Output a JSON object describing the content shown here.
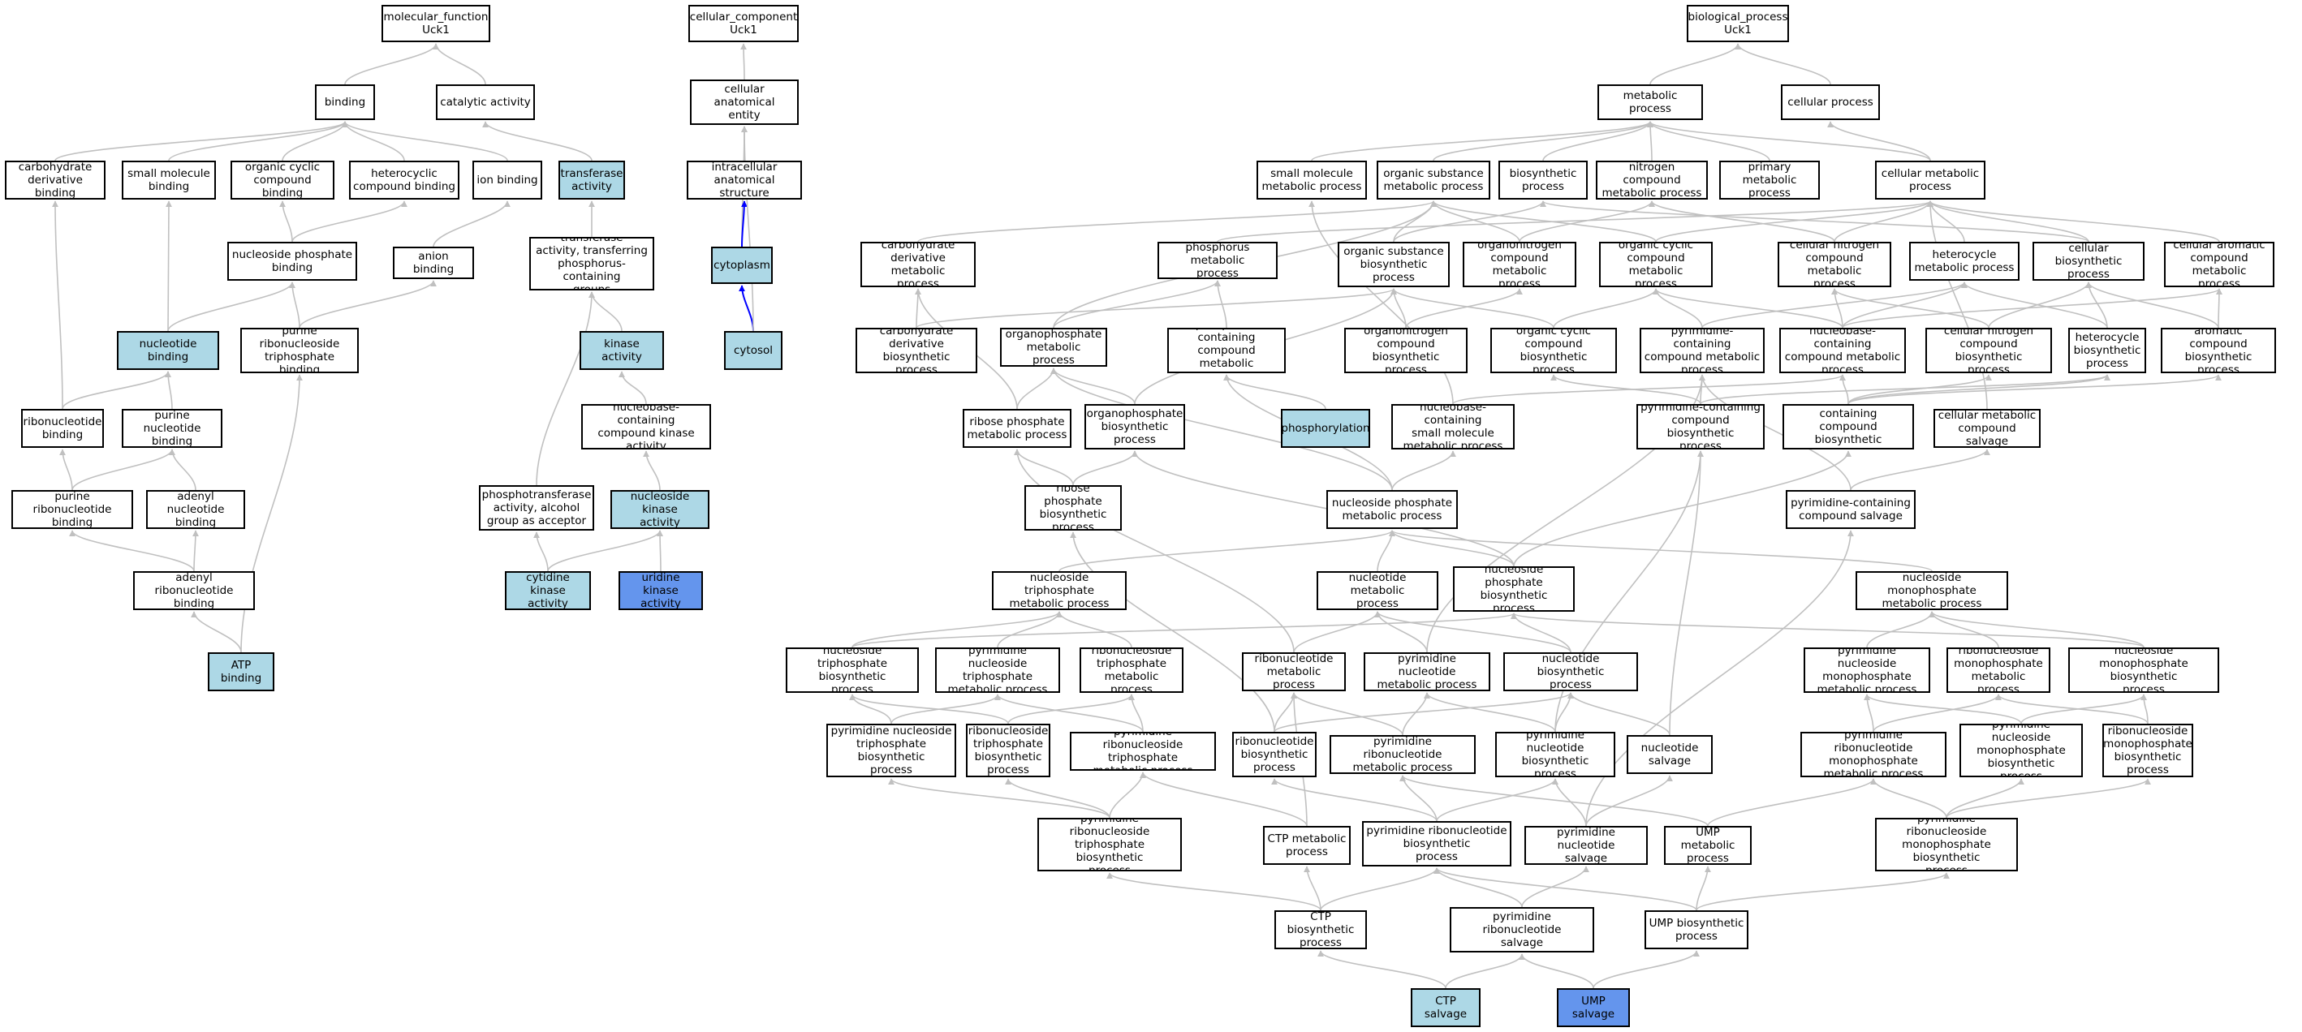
{
  "colors": {
    "white": "#ffffff",
    "light_blue": "#add8e6",
    "blue": "#6495ed",
    "edge_gray": "#c0c0c0",
    "edge_blue": "#0000ff",
    "border": "#000000"
  },
  "nodes": [
    {
      "id": "mf",
      "label": "molecular_function\nUck1",
      "fill": "white"
    },
    {
      "id": "cc",
      "label": "cellular_component\nUck1",
      "fill": "white"
    },
    {
      "id": "bp",
      "label": "biological_process\nUck1",
      "fill": "white"
    },
    {
      "id": "binding",
      "label": "binding",
      "fill": "white"
    },
    {
      "id": "catalytic",
      "label": "catalytic activity",
      "fill": "white"
    },
    {
      "id": "cae",
      "label": "cellular anatomical\nentity",
      "fill": "white"
    },
    {
      "id": "metabolic",
      "label": "metabolic process",
      "fill": "white"
    },
    {
      "id": "cellproc",
      "label": "cellular process",
      "fill": "white"
    },
    {
      "id": "carbbind",
      "label": "carbohydrate\nderivative binding",
      "fill": "white"
    },
    {
      "id": "smbind",
      "label": "small molecule\nbinding",
      "fill": "white"
    },
    {
      "id": "occbind",
      "label": "organic cyclic\ncompound binding",
      "fill": "white"
    },
    {
      "id": "hetbind",
      "label": "heterocyclic\ncompound binding",
      "fill": "white"
    },
    {
      "id": "ionbind",
      "label": "ion binding",
      "fill": "white"
    },
    {
      "id": "transferase",
      "label": "transferase\nactivity",
      "fill": "light_blue"
    },
    {
      "id": "ias",
      "label": "intracellular\nanatomical structure",
      "fill": "white"
    },
    {
      "id": "smmp",
      "label": "small molecule\nmetabolic process",
      "fill": "white"
    },
    {
      "id": "osmp",
      "label": "organic substance\nmetabolic process",
      "fill": "white"
    },
    {
      "id": "biosyn",
      "label": "biosynthetic\nprocess",
      "fill": "white"
    },
    {
      "id": "ncmp",
      "label": "nitrogen compound\nmetabolic process",
      "fill": "white"
    },
    {
      "id": "primmp",
      "label": "primary metabolic\nprocess",
      "fill": "white"
    },
    {
      "id": "cellmp",
      "label": "cellular metabolic\nprocess",
      "fill": "white"
    },
    {
      "id": "npbind",
      "label": "nucleoside phosphate\nbinding",
      "fill": "white"
    },
    {
      "id": "anionbind",
      "label": "anion binding",
      "fill": "white"
    },
    {
      "id": "tapcg",
      "label": "transferase\nactivity, transferring\nphosphorus-containing\ngroups",
      "fill": "white"
    },
    {
      "id": "cytoplasm",
      "label": "cytoplasm",
      "fill": "light_blue"
    },
    {
      "id": "cdmp",
      "label": "carbohydrate\nderivative metabolic\nprocess",
      "fill": "white"
    },
    {
      "id": "phosmp",
      "label": "phosphorus metabolic\nprocess",
      "fill": "white"
    },
    {
      "id": "osbp",
      "label": "organic substance\nbiosynthetic\nprocess",
      "fill": "white"
    },
    {
      "id": "orgnmp",
      "label": "organonitrogen\ncompound metabolic\nprocess",
      "fill": "white"
    },
    {
      "id": "occmp",
      "label": "organic cyclic\ncompound metabolic\nprocess",
      "fill": "white"
    },
    {
      "id": "cncmp",
      "label": "cellular nitrogen\ncompound metabolic\nprocess",
      "fill": "white"
    },
    {
      "id": "hetmp",
      "label": "heterocycle\nmetabolic process",
      "fill": "white"
    },
    {
      "id": "cbp",
      "label": "cellular biosynthetic\nprocess",
      "fill": "white"
    },
    {
      "id": "cacmp",
      "label": "cellular aromatic\ncompound metabolic\nprocess",
      "fill": "white"
    },
    {
      "id": "nucbind",
      "label": "nucleotide binding",
      "fill": "light_blue"
    },
    {
      "id": "prtbind",
      "label": "purine ribonucleoside\ntriphosphate\nbinding",
      "fill": "white"
    },
    {
      "id": "kinase",
      "label": "kinase activity",
      "fill": "light_blue"
    },
    {
      "id": "cytosol",
      "label": "cytosol",
      "fill": "light_blue"
    },
    {
      "id": "cdbp",
      "label": "carbohydrate\nderivative biosynthetic\nprocess",
      "fill": "white"
    },
    {
      "id": "opmp",
      "label": "organophosphate\nmetabolic process",
      "fill": "white"
    },
    {
      "id": "pccmp",
      "label": "phosphate-containing\ncompound metabolic\nprocess",
      "fill": "white"
    },
    {
      "id": "orgnbp",
      "label": "organonitrogen\ncompound biosynthetic\nprocess",
      "fill": "white"
    },
    {
      "id": "occbp",
      "label": "organic cyclic\ncompound biosynthetic\nprocess",
      "fill": "white"
    },
    {
      "id": "pycmp",
      "label": "pyrimidine-containing\ncompound metabolic\nprocess",
      "fill": "white"
    },
    {
      "id": "nbcmp",
      "label": "nucleobase-containing\ncompound metabolic\nprocess",
      "fill": "white"
    },
    {
      "id": "cncbp",
      "label": "cellular nitrogen\ncompound biosynthetic\nprocess",
      "fill": "white"
    },
    {
      "id": "hetbp",
      "label": "heterocycle\nbiosynthetic\nprocess",
      "fill": "white"
    },
    {
      "id": "acbp",
      "label": "aromatic compound\nbiosynthetic\nprocess",
      "fill": "white"
    },
    {
      "id": "ribbind",
      "label": "ribonucleotide\nbinding",
      "fill": "white"
    },
    {
      "id": "purnbind",
      "label": "purine nucleotide\nbinding",
      "fill": "white"
    },
    {
      "id": "nbcka",
      "label": "nucleobase-containing\ncompound kinase\nactivity",
      "fill": "white"
    },
    {
      "id": "rpmp",
      "label": "ribose phosphate\nmetabolic process",
      "fill": "white"
    },
    {
      "id": "opbp",
      "label": "organophosphate\nbiosynthetic\nprocess",
      "fill": "white"
    },
    {
      "id": "phosphorylation",
      "label": "phosphorylation",
      "fill": "light_blue"
    },
    {
      "id": "nbcsmmp",
      "label": "nucleobase-containing\nsmall molecule\nmetabolic process",
      "fill": "white"
    },
    {
      "id": "pycbp",
      "label": "pyrimidine-containing\ncompound biosynthetic\nprocess",
      "fill": "white"
    },
    {
      "id": "nbcbp",
      "label": "nucleobase-containing\ncompound biosynthetic\nprocess",
      "fill": "white"
    },
    {
      "id": "cmcs",
      "label": "cellular metabolic\ncompound salvage",
      "fill": "white"
    },
    {
      "id": "purrnbind",
      "label": "purine ribonucleotide\nbinding",
      "fill": "white"
    },
    {
      "id": "adenbind",
      "label": "adenyl nucleotide\nbinding",
      "fill": "white"
    },
    {
      "id": "ptaaa",
      "label": "phosphotransferase\nactivity, alcohol\ngroup as acceptor",
      "fill": "white"
    },
    {
      "id": "nka",
      "label": "nucleoside kinase\nactivity",
      "fill": "light_blue"
    },
    {
      "id": "rpbp",
      "label": "ribose phosphate\nbiosynthetic\nprocess",
      "fill": "white"
    },
    {
      "id": "npmp",
      "label": "nucleoside phosphate\nmetabolic process",
      "fill": "white"
    },
    {
      "id": "pycs",
      "label": "pyrimidine-containing\ncompound salvage",
      "fill": "white"
    },
    {
      "id": "adrbind",
      "label": "adenyl ribonucleotide\nbinding",
      "fill": "white"
    },
    {
      "id": "cytka",
      "label": "cytidine kinase\nactivity",
      "fill": "light_blue"
    },
    {
      "id": "urika",
      "label": "uridine kinase\nactivity",
      "fill": "blue"
    },
    {
      "id": "ntpmp",
      "label": "nucleoside triphosphate\nmetabolic process",
      "fill": "white"
    },
    {
      "id": "nucmp",
      "label": "nucleotide metabolic\nprocess",
      "fill": "white"
    },
    {
      "id": "npbp",
      "label": "nucleoside phosphate\nbiosynthetic\nprocess",
      "fill": "white"
    },
    {
      "id": "nmpmp",
      "label": "nucleoside monophosphate\nmetabolic process",
      "fill": "white"
    },
    {
      "id": "atpbind",
      "label": "ATP binding",
      "fill": "light_blue"
    },
    {
      "id": "ntpbp",
      "label": "nucleoside triphosphate\nbiosynthetic\nprocess",
      "fill": "white"
    },
    {
      "id": "pyntpmp",
      "label": "pyrimidine nucleoside\ntriphosphate\nmetabolic process",
      "fill": "white"
    },
    {
      "id": "rntpmp",
      "label": "ribonucleoside\ntriphosphate\nmetabolic process",
      "fill": "white"
    },
    {
      "id": "rnucmp",
      "label": "ribonucleotide\nmetabolic process",
      "fill": "white"
    },
    {
      "id": "pynucmp",
      "label": "pyrimidine nucleotide\nmetabolic process",
      "fill": "white"
    },
    {
      "id": "nucbp",
      "label": "nucleotide biosynthetic\nprocess",
      "fill": "white"
    },
    {
      "id": "pynmpmp",
      "label": "pyrimidine nucleoside\nmonophosphate\nmetabolic process",
      "fill": "white"
    },
    {
      "id": "rnmpmp",
      "label": "ribonucleoside\nmonophosphate\nmetabolic process",
      "fill": "white"
    },
    {
      "id": "nmpbp",
      "label": "nucleoside monophosphate\nbiosynthetic\nprocess",
      "fill": "white"
    },
    {
      "id": "pyntpbp",
      "label": "pyrimidine nucleoside\ntriphosphate\nbiosynthetic\nprocess",
      "fill": "white"
    },
    {
      "id": "rntpbp",
      "label": "ribonucleoside\ntriphosphate\nbiosynthetic\nprocess",
      "fill": "white"
    },
    {
      "id": "pyrntpmp",
      "label": "pyrimidine ribonucleoside\ntriphosphate\nmetabolic process",
      "fill": "white"
    },
    {
      "id": "rnucbp",
      "label": "ribonucleotide\nbiosynthetic\nprocess",
      "fill": "white"
    },
    {
      "id": "pyrnucmp",
      "label": "pyrimidine ribonucleotide\nmetabolic process",
      "fill": "white"
    },
    {
      "id": "pynucbp",
      "label": "pyrimidine nucleotide\nbiosynthetic\nprocess",
      "fill": "white"
    },
    {
      "id": "nucsalv",
      "label": "nucleotide salvage",
      "fill": "white"
    },
    {
      "id": "pyrnmpmp",
      "label": "pyrimidine ribonucleotide\nmonophosphate\nmetabolic process",
      "fill": "white"
    },
    {
      "id": "pynmpbp",
      "label": "pyrimidine nucleoside\nmonophosphate\nbiosynthetic\nprocess",
      "fill": "white"
    },
    {
      "id": "rnmpbp",
      "label": "ribonucleoside\nmonophosphate\nbiosynthetic\nprocess",
      "fill": "white"
    },
    {
      "id": "pyrntpbp",
      "label": "pyrimidine ribonucleoside\ntriphosphate\nbiosynthetic\nprocess",
      "fill": "white"
    },
    {
      "id": "ctpmp",
      "label": "CTP metabolic\nprocess",
      "fill": "white"
    },
    {
      "id": "pyrnucbp",
      "label": "pyrimidine ribonucleotide\nbiosynthetic\nprocess",
      "fill": "white"
    },
    {
      "id": "pynucsalv",
      "label": "pyrimidine nucleotide\nsalvage",
      "fill": "white"
    },
    {
      "id": "umpmp",
      "label": "UMP metabolic\nprocess",
      "fill": "white"
    },
    {
      "id": "pyrnmpbp",
      "label": "pyrimidine ribonucleoside\nmonophosphate\nbiosynthetic\nprocess",
      "fill": "white"
    },
    {
      "id": "ctpbp",
      "label": "CTP biosynthetic\nprocess",
      "fill": "white"
    },
    {
      "id": "pyrnucsalv",
      "label": "pyrimidine ribonucleotide\nsalvage",
      "fill": "white"
    },
    {
      "id": "umpbp",
      "label": "UMP biosynthetic\nprocess",
      "fill": "white"
    },
    {
      "id": "ctpsalv",
      "label": "CTP salvage",
      "fill": "light_blue"
    },
    {
      "id": "umpsalv",
      "label": "UMP salvage",
      "fill": "blue"
    }
  ],
  "edges": [
    [
      "binding",
      "mf"
    ],
    [
      "catalytic",
      "mf"
    ],
    [
      "cae",
      "cc"
    ],
    [
      "metabolic",
      "bp"
    ],
    [
      "cellproc",
      "bp"
    ],
    [
      "carbbind",
      "binding"
    ],
    [
      "smbind",
      "binding"
    ],
    [
      "occbind",
      "binding"
    ],
    [
      "hetbind",
      "binding"
    ],
    [
      "ionbind",
      "binding"
    ],
    [
      "transferase",
      "catalytic"
    ],
    [
      "ias",
      "cae"
    ],
    [
      "smmp",
      "metabolic"
    ],
    [
      "osmp",
      "metabolic"
    ],
    [
      "biosyn",
      "metabolic"
    ],
    [
      "ncmp",
      "metabolic"
    ],
    [
      "primmp",
      "metabolic"
    ],
    [
      "cellmp",
      "metabolic"
    ],
    [
      "cellmp",
      "cellproc"
    ],
    [
      "npbind",
      "occbind"
    ],
    [
      "npbind",
      "hetbind"
    ],
    [
      "anionbind",
      "ionbind"
    ],
    [
      "tapcg",
      "transferase"
    ],
    [
      "cytoplasm",
      "cae"
    ],
    [
      "cytoplasm",
      "ias",
      "blue"
    ],
    [
      "cdmp",
      "osmp"
    ],
    [
      "phosmp",
      "cellmp"
    ],
    [
      "osbp",
      "osmp"
    ],
    [
      "osbp",
      "biosyn"
    ],
    [
      "orgnmp",
      "osmp"
    ],
    [
      "orgnmp",
      "ncmp"
    ],
    [
      "occmp",
      "osmp"
    ],
    [
      "occmp",
      "cellmp"
    ],
    [
      "cncmp",
      "ncmp"
    ],
    [
      "cncmp",
      "cellmp"
    ],
    [
      "hetmp",
      "cellmp"
    ],
    [
      "cbp",
      "biosyn"
    ],
    [
      "cbp",
      "cellmp"
    ],
    [
      "cacmp",
      "cellmp"
    ],
    [
      "nucbind",
      "smbind"
    ],
    [
      "nucbind",
      "npbind"
    ],
    [
      "prtbind",
      "npbind"
    ],
    [
      "prtbind",
      "anionbind"
    ],
    [
      "kinase",
      "tapcg"
    ],
    [
      "cytosol",
      "cytoplasm",
      "blue"
    ],
    [
      "cytosol",
      "cae"
    ],
    [
      "cdbp",
      "cdmp"
    ],
    [
      "cdbp",
      "osbp"
    ],
    [
      "opmp",
      "osmp"
    ],
    [
      "opmp",
      "phosmp"
    ],
    [
      "pccmp",
      "phosmp"
    ],
    [
      "orgnbp",
      "orgnmp"
    ],
    [
      "orgnbp",
      "osbp"
    ],
    [
      "occbp",
      "occmp"
    ],
    [
      "occbp",
      "osbp"
    ],
    [
      "pycmp",
      "occmp"
    ],
    [
      "pycmp",
      "hetmp"
    ],
    [
      "nbcmp",
      "cncmp"
    ],
    [
      "nbcmp",
      "hetmp"
    ],
    [
      "nbcmp",
      "cacmp"
    ],
    [
      "nbcmp",
      "occmp"
    ],
    [
      "cncbp",
      "cncmp"
    ],
    [
      "cncbp",
      "cbp"
    ],
    [
      "hetbp",
      "hetmp"
    ],
    [
      "hetbp",
      "cbp"
    ],
    [
      "acbp",
      "cacmp"
    ],
    [
      "acbp",
      "cbp"
    ],
    [
      "ribbind",
      "nucbind"
    ],
    [
      "ribbind",
      "carbbind"
    ],
    [
      "purnbind",
      "nucbind"
    ],
    [
      "nbcka",
      "kinase"
    ],
    [
      "rpmp",
      "cdmp"
    ],
    [
      "rpmp",
      "opmp"
    ],
    [
      "opbp",
      "opmp"
    ],
    [
      "opbp",
      "osbp"
    ],
    [
      "phosphorylation",
      "pccmp"
    ],
    [
      "nbcsmmp",
      "smmp"
    ],
    [
      "nbcsmmp",
      "nbcmp"
    ],
    [
      "pycbp",
      "pycmp"
    ],
    [
      "pycbp",
      "occbp"
    ],
    [
      "pycbp",
      "hetbp"
    ],
    [
      "nbcbp",
      "nbcmp"
    ],
    [
      "nbcbp",
      "cncbp"
    ],
    [
      "nbcbp",
      "hetbp"
    ],
    [
      "nbcbp",
      "acbp"
    ],
    [
      "cmcs",
      "cellmp"
    ],
    [
      "purrnbind",
      "ribbind"
    ],
    [
      "purrnbind",
      "purnbind"
    ],
    [
      "adenbind",
      "purnbind"
    ],
    [
      "ptaaa",
      "tapcg"
    ],
    [
      "nka",
      "nbcka"
    ],
    [
      "rpbp",
      "rpmp"
    ],
    [
      "rpbp",
      "opbp"
    ],
    [
      "npmp",
      "pccmp"
    ],
    [
      "npmp",
      "opmp"
    ],
    [
      "npmp",
      "nbcsmmp"
    ],
    [
      "pycs",
      "cmcs"
    ],
    [
      "pycs",
      "pycmp"
    ],
    [
      "adrbind",
      "purrnbind"
    ],
    [
      "adrbind",
      "adenbind"
    ],
    [
      "cytka",
      "ptaaa"
    ],
    [
      "cytka",
      "nka"
    ],
    [
      "urika",
      "nka"
    ],
    [
      "ntpmp",
      "npmp"
    ],
    [
      "nucmp",
      "npmp"
    ],
    [
      "npbp",
      "npmp"
    ],
    [
      "npbp",
      "nbcbp"
    ],
    [
      "npbp",
      "opbp"
    ],
    [
      "nmpmp",
      "npmp"
    ],
    [
      "atpbind",
      "adrbind"
    ],
    [
      "atpbind",
      "prtbind"
    ],
    [
      "ntpbp",
      "ntpmp"
    ],
    [
      "ntpbp",
      "npbp"
    ],
    [
      "pyntpmp",
      "ntpmp"
    ],
    [
      "rntpmp",
      "ntpmp"
    ],
    [
      "rnucmp",
      "nucmp"
    ],
    [
      "rnucmp",
      "rpmp"
    ],
    [
      "pynucmp",
      "nucmp"
    ],
    [
      "pynucmp",
      "pycmp"
    ],
    [
      "nucbp",
      "nucmp"
    ],
    [
      "nucbp",
      "npbp"
    ],
    [
      "pynmpmp",
      "nmpmp"
    ],
    [
      "rnmpmp",
      "nmpmp"
    ],
    [
      "nmpbp",
      "nmpmp"
    ],
    [
      "nmpbp",
      "npbp"
    ],
    [
      "pyntpbp",
      "ntpbp"
    ],
    [
      "pyntpbp",
      "pyntpmp"
    ],
    [
      "rntpbp",
      "ntpbp"
    ],
    [
      "rntpbp",
      "rntpmp"
    ],
    [
      "pyrntpmp",
      "pyntpmp"
    ],
    [
      "pyrntpmp",
      "rntpmp"
    ],
    [
      "rnucbp",
      "rnucmp"
    ],
    [
      "rnucbp",
      "nucbp"
    ],
    [
      "rnucbp",
      "rpbp"
    ],
    [
      "pyrnucmp",
      "pynucmp"
    ],
    [
      "pyrnucmp",
      "rnucmp"
    ],
    [
      "pynucbp",
      "pynucmp"
    ],
    [
      "pynucbp",
      "nucbp"
    ],
    [
      "pynucbp",
      "pycbp"
    ],
    [
      "nucsalv",
      "nucbp"
    ],
    [
      "nucsalv",
      "pycbp"
    ],
    [
      "pyrnmpmp",
      "pynmpmp"
    ],
    [
      "pyrnmpmp",
      "rnmpmp"
    ],
    [
      "pynmpbp",
      "pynmpmp"
    ],
    [
      "pynmpbp",
      "nmpbp"
    ],
    [
      "rnmpbp",
      "rnmpmp"
    ],
    [
      "rnmpbp",
      "nmpbp"
    ],
    [
      "pyrntpbp",
      "pyntpbp"
    ],
    [
      "pyrntpbp",
      "rntpbp"
    ],
    [
      "pyrntpbp",
      "pyrntpmp"
    ],
    [
      "ctpmp",
      "pyrntpmp"
    ],
    [
      "ctpmp",
      "rnucmp"
    ],
    [
      "pyrnucbp",
      "pyrnucmp"
    ],
    [
      "pyrnucbp",
      "pynucbp"
    ],
    [
      "pyrnucbp",
      "rnucbp"
    ],
    [
      "pynucsalv",
      "pynucbp"
    ],
    [
      "pynucsalv",
      "nucsalv"
    ],
    [
      "pynucsalv",
      "pycs"
    ],
    [
      "umpmp",
      "pyrnmpmp"
    ],
    [
      "umpmp",
      "pyrnucmp"
    ],
    [
      "pyrnmpbp",
      "pyrnmpmp"
    ],
    [
      "pyrnmpbp",
      "pynmpbp"
    ],
    [
      "pyrnmpbp",
      "rnmpbp"
    ],
    [
      "ctpbp",
      "ctpmp"
    ],
    [
      "ctpbp",
      "pyrntpbp"
    ],
    [
      "ctpbp",
      "pyrnucbp"
    ],
    [
      "pyrnucsalv",
      "pyrnucbp"
    ],
    [
      "pyrnucsalv",
      "pynucsalv"
    ],
    [
      "umpbp",
      "umpmp"
    ],
    [
      "umpbp",
      "pyrnucbp"
    ],
    [
      "umpbp",
      "pyrnmpbp"
    ],
    [
      "ctpsalv",
      "ctpbp"
    ],
    [
      "ctpsalv",
      "pyrnucsalv"
    ],
    [
      "umpsalv",
      "umpbp"
    ],
    [
      "umpsalv",
      "pyrnucsalv"
    ]
  ]
}
